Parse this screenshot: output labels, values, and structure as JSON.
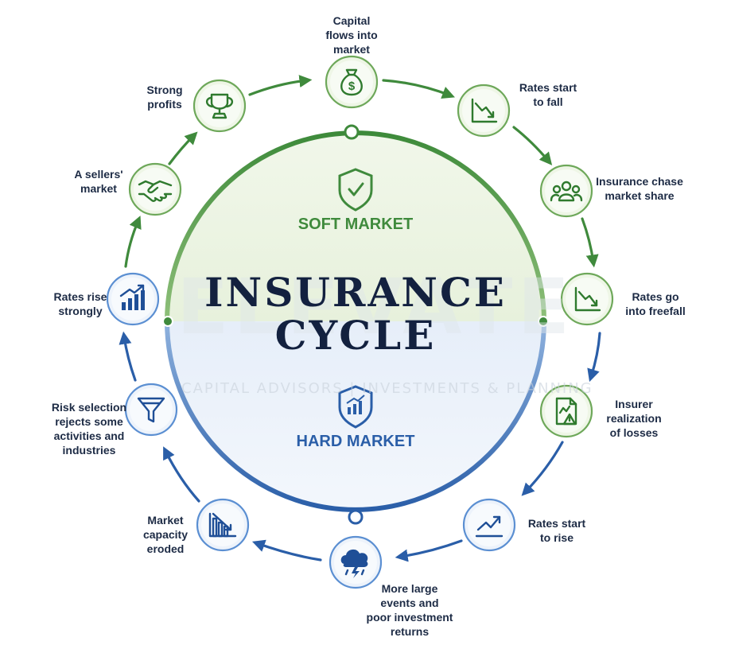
{
  "title": {
    "line1": "INSURANCE",
    "line2": "CYCLE"
  },
  "soft_market": {
    "label": "SOFT MARKET",
    "color": "#3f8a3c"
  },
  "hard_market": {
    "label": "HARD MARKET",
    "color": "#2a5ea8"
  },
  "watermark": {
    "brand": "ELEVATE",
    "tagline": "CAPITAL ADVISORS | INVESTMENTS & PLANNING"
  },
  "stages": [
    {
      "label": "Capital\nflows into\nmarket",
      "icon": "money-bag-icon",
      "tone": "green"
    },
    {
      "label": "Rates start\nto fall",
      "icon": "falling-chart-icon",
      "tone": "green"
    },
    {
      "label": "Insurance chase\nmarket share",
      "icon": "people-group-icon",
      "tone": "green"
    },
    {
      "label": "Rates go\ninto freefall",
      "icon": "falling-chart-icon",
      "tone": "green"
    },
    {
      "label": "Insurer\nrealization\nof losses",
      "icon": "document-warning-icon",
      "tone": "green"
    },
    {
      "label": "Rates start\nto rise",
      "icon": "rising-line-icon",
      "tone": "blue"
    },
    {
      "label": "More large\nevents and\npoor investment\nreturns",
      "icon": "storm-cloud-icon",
      "tone": "blue"
    },
    {
      "label": "Market\ncapacity\neroded",
      "icon": "declining-bars-icon",
      "tone": "blue"
    },
    {
      "label": "Risk selection\nrejects some\nactivities and\nindustries",
      "icon": "funnel-icon",
      "tone": "blue"
    },
    {
      "label": "Rates rise\nstrongly",
      "icon": "rising-bars-icon",
      "tone": "blue"
    },
    {
      "label": "A sellers'\nmarket",
      "icon": "handshake-icon",
      "tone": "green"
    },
    {
      "label": "Strong\nprofits",
      "icon": "trophy-icon",
      "tone": "green"
    }
  ]
}
